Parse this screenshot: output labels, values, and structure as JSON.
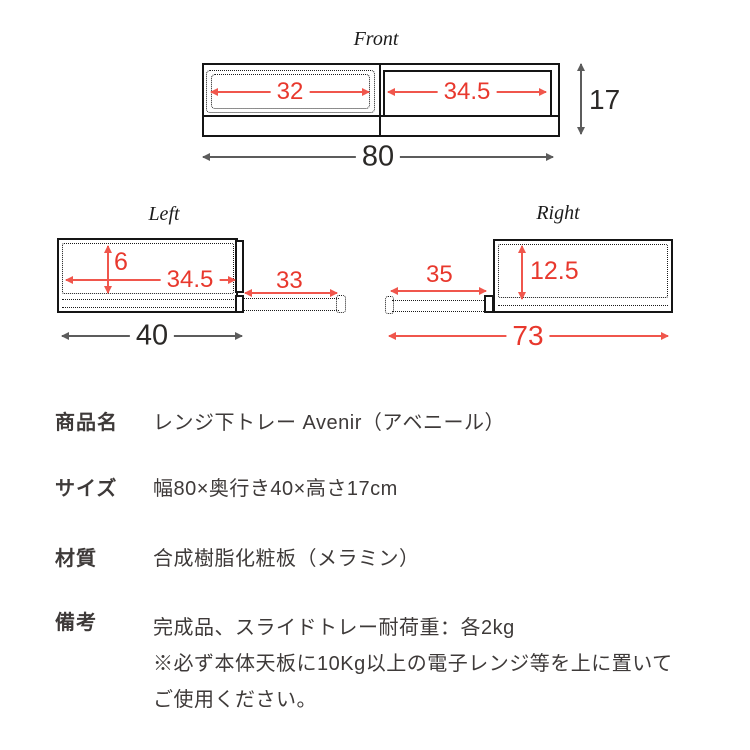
{
  "views": {
    "front": {
      "title": "Front",
      "dims": {
        "tray_left_width": "32",
        "tray_right_width": "34.5",
        "height": "17",
        "total_width": "80"
      }
    },
    "left": {
      "title": "Left",
      "dims": {
        "clearance_height": "6",
        "tray_depth": "34.5",
        "slide_extension": "33",
        "body_depth": "40"
      }
    },
    "right": {
      "title": "Right",
      "dims": {
        "slide_extension": "35",
        "clearance_height": "12.5",
        "extended_depth": "73"
      }
    }
  },
  "colors": {
    "dimension_red": "#e8382d",
    "arrow_red": "#f0564c",
    "dimension_dark": "#2b2927",
    "arrow_gray": "#5c5c5c",
    "line_black": "#151515",
    "spec_text": "#3e3a39",
    "background": "#ffffff"
  },
  "spec": {
    "rows": [
      {
        "label": "商品名",
        "value": "レンジ下トレー Avenir（アベニール）"
      },
      {
        "label": "サイズ",
        "value": "幅80×奥行き40×高さ17cm"
      },
      {
        "label": "材質",
        "value": "合成樹脂化粧板（メラミン）"
      },
      {
        "label": "備考",
        "lines": [
          "完成品、スライドトレー耐荷重：各2kg",
          "※必ず本体天板に10Kg以上の電子レンジ等を上に置いて",
          "ご使用ください。"
        ]
      }
    ]
  }
}
